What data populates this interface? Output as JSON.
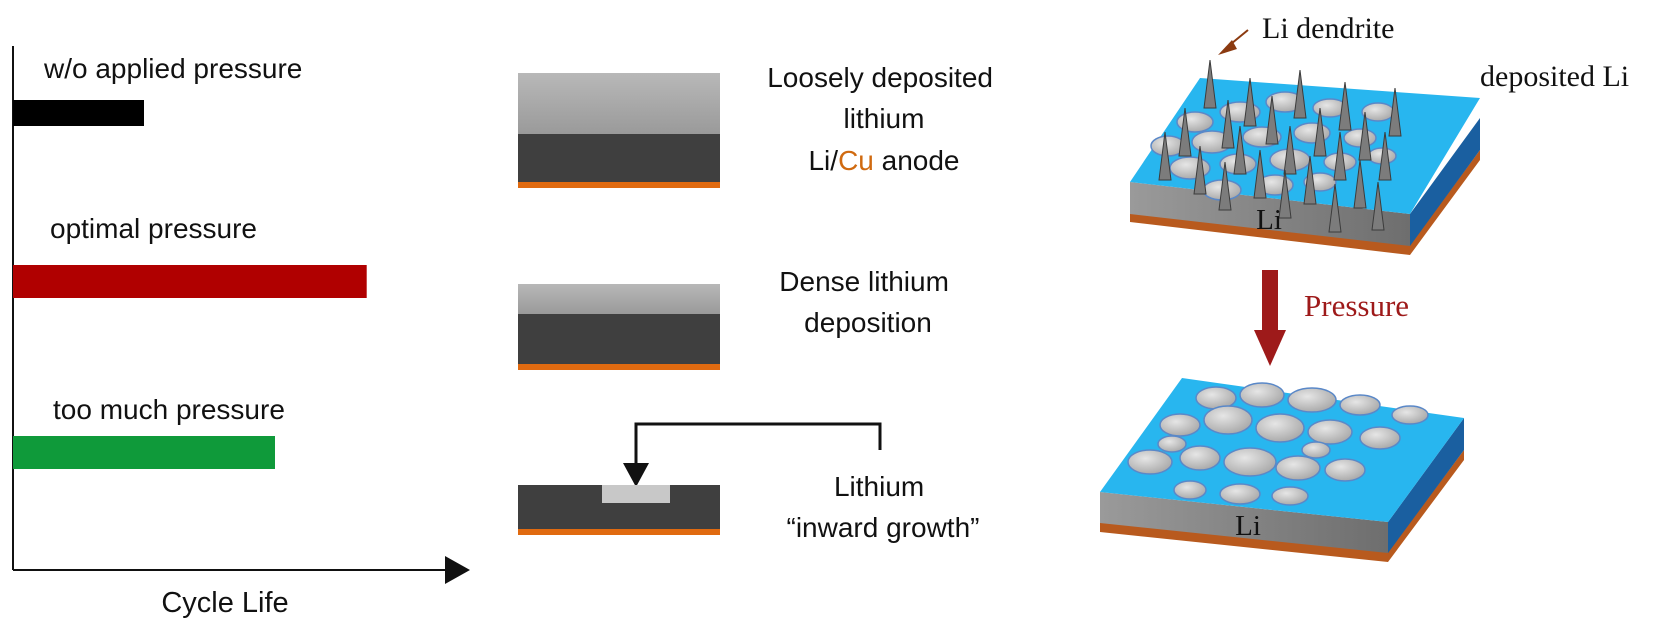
{
  "chart": {
    "xlabel": "Cycle Life",
    "categories": [
      "w/o applied pressure",
      "optimal pressure",
      "too much pressure"
    ],
    "colors": [
      "#000000",
      "#b00000",
      "#0f9a3a"
    ]
  },
  "chart_data": {
    "type": "bar",
    "orientation": "horizontal",
    "categories": [
      "w/o applied pressure",
      "optimal pressure",
      "too much pressure"
    ],
    "series": [
      {
        "values": [
          1.0,
          2.7,
          2.0
        ]
      }
    ],
    "xlabel": "Cycle Life",
    "ylabel": "",
    "grid": false,
    "note": "qualitative, no numeric axis; values relative to w/o applied pressure"
  },
  "middle": {
    "loose": {
      "lines": [
        "Loosely deposited",
        "lithium"
      ],
      "line3_part1": "Li/",
      "line3_cu": "Cu",
      "line3_part2": " anode"
    },
    "dense": {
      "lines": [
        "Dense lithium",
        "deposition"
      ]
    },
    "inward": {
      "lines": [
        "Lithium",
        "“inward growth”"
      ]
    },
    "colors": {
      "light_grey": "#a9a9a9",
      "dark_grey": "#3f3f3f",
      "copper": "#e06a10",
      "cu_text": "#d06a10"
    }
  },
  "right": {
    "dendrite_label": "Li dendrite",
    "deposited_label": "deposited Li",
    "li_label_top": "Li",
    "li_label_bottom": "Li",
    "pressure_label": "Pressure",
    "colors": {
      "surface": "#28b6ef",
      "arrow": "#9e1a1a",
      "copper": "#b85a1e",
      "brown_arrow": "#8b3a10"
    }
  }
}
